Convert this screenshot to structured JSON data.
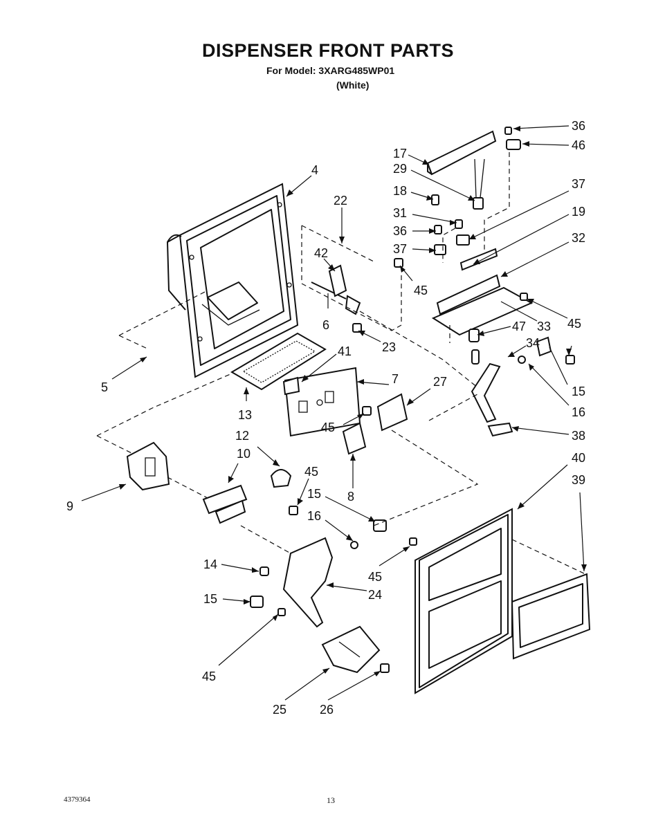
{
  "title": "DISPENSER FRONT PARTS",
  "model": "For Model: 3XARG485WP01",
  "color": "(White)",
  "footer": {
    "doc_number": "4379364",
    "page": "13"
  },
  "callouts": {
    "c36a": "36",
    "c46": "46",
    "c17": "17",
    "c29": "29",
    "c37a": "37",
    "c18": "18",
    "c19": "19",
    "c31": "31",
    "c32": "32",
    "c36b": "36",
    "c37b": "37",
    "c4": "4",
    "c22": "22",
    "c42": "42",
    "c45a": "45",
    "c45b": "45",
    "c47": "47",
    "c33": "33",
    "c6": "6",
    "c23": "23",
    "c34": "34",
    "c41": "41",
    "c5": "5",
    "c15a": "15",
    "c7": "7",
    "c27": "27",
    "c16a": "16",
    "c13": "13",
    "c45c": "45",
    "c38": "38",
    "c12": "12",
    "c40": "40",
    "c10": "10",
    "c45d": "45",
    "c39": "39",
    "c15b": "15",
    "c8": "8",
    "c9": "9",
    "c16b": "16",
    "c45e": "45",
    "c14": "14",
    "c24": "24",
    "c15c": "15",
    "c45f": "45",
    "c25": "25",
    "c26": "26"
  }
}
